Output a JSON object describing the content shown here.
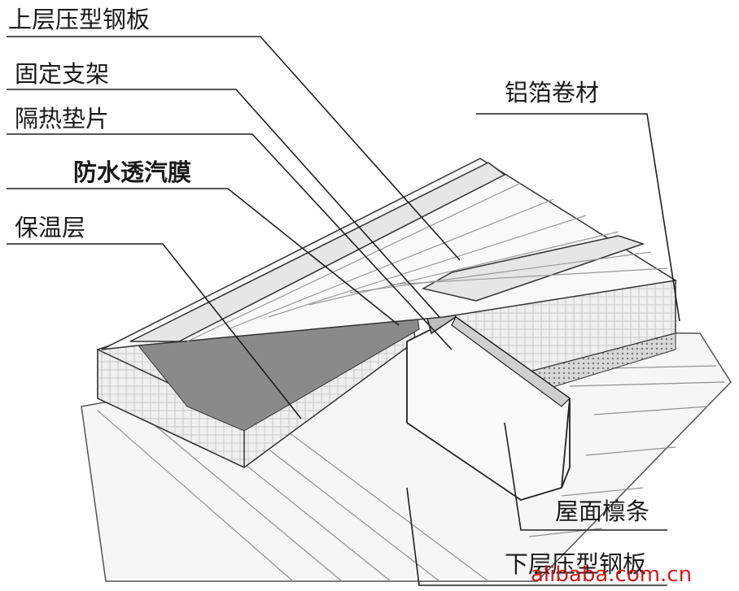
{
  "labels": {
    "upper_steel_sheet": "上层压型钢板",
    "fixing_bracket": "固定支架",
    "insulation_pad": "隔热垫片",
    "waterproof_membrane": "防水透汽膜",
    "insulation_layer": "保温层",
    "aluminum_foil": "铝箔卷材",
    "purlin": "屋面檩条",
    "lower_steel_sheet": "下层压型钢板"
  },
  "watermark": "alibaba.com.cn",
  "colors": {
    "line": "#1f1f1f",
    "membrane": "#8a8a8a",
    "insulation": "#ededed",
    "sheet": "#f7f7f7",
    "watermark": "#d40000"
  }
}
